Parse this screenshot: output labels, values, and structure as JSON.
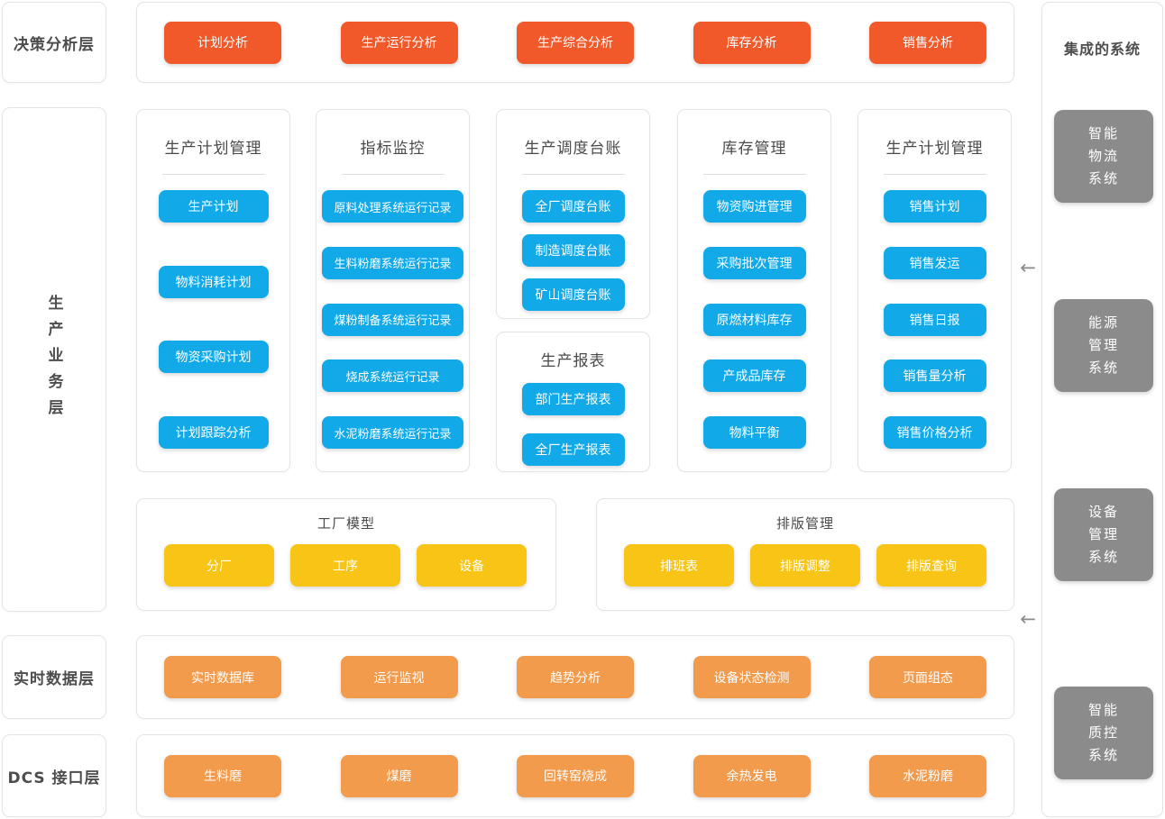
{
  "colors": {
    "decision_button": "#f1592b",
    "module_button": "#12a9e9",
    "model_button": "#f8c416",
    "interface_button": "#f29b4d",
    "system_box": "#8b8b8b",
    "panel_border": "#e4e4e4",
    "label_text": "#4d4d4d"
  },
  "icons": {
    "left_arrow": "←"
  },
  "layers": {
    "decision": {
      "label": "决策分析层",
      "buttons": [
        "计划分析",
        "生产运行分析",
        "生产综合分析",
        "库存分析",
        "销售分析"
      ]
    },
    "business": {
      "label": "生产业务层",
      "panels": [
        {
          "title": "生产计划管理",
          "buttons": [
            "生产计划",
            "物料消耗计划",
            "物资采购计划",
            "计划跟踪分析"
          ]
        },
        {
          "title": "指标监控",
          "buttons": [
            "原料处理系统运行记录",
            "生料粉磨系统运行记录",
            "煤粉制备系统运行记录",
            "烧成系统运行记录",
            "水泥粉磨系统运行记录"
          ]
        },
        {
          "title": "生产调度台账",
          "buttons": [
            "全厂调度台账",
            "制造调度台账",
            "矿山调度台账"
          ]
        },
        {
          "title": "生产报表",
          "buttons": [
            "部门生产报表",
            "全厂生产报表"
          ]
        },
        {
          "title": "库存管理",
          "buttons": [
            "物资购进管理",
            "采购批次管理",
            "原燃材料库存",
            "产成品库存",
            "物料平衡"
          ]
        },
        {
          "title": "生产计划管理",
          "buttons": [
            "销售计划",
            "销售发运",
            "销售日报",
            "销售量分析",
            "销售价格分析"
          ]
        }
      ],
      "factory_model": {
        "title": "工厂模型",
        "buttons": [
          "分厂",
          "工序",
          "设备"
        ]
      },
      "layout_mgmt": {
        "title": "排版管理",
        "buttons": [
          "排班表",
          "排版调整",
          "排版查询"
        ]
      }
    },
    "realtime": {
      "label": "实时数据层",
      "buttons": [
        "实时数据库",
        "运行监视",
        "趋势分析",
        "设备状态检测",
        "页面组态"
      ]
    },
    "dcs": {
      "label": "DCS 接口层",
      "buttons": [
        "生料磨",
        "煤磨",
        "回转窑烧成",
        "余热发电",
        "水泥粉磨"
      ]
    },
    "integrated": {
      "title": "集成的系统",
      "systems": [
        {
          "lines": [
            "智能",
            "物流",
            "系统"
          ]
        },
        {
          "lines": [
            "能源",
            "管理",
            "系统"
          ]
        },
        {
          "lines": [
            "设备",
            "管理",
            "系统"
          ]
        },
        {
          "lines": [
            "智能",
            "质控",
            "系统"
          ]
        }
      ]
    }
  }
}
